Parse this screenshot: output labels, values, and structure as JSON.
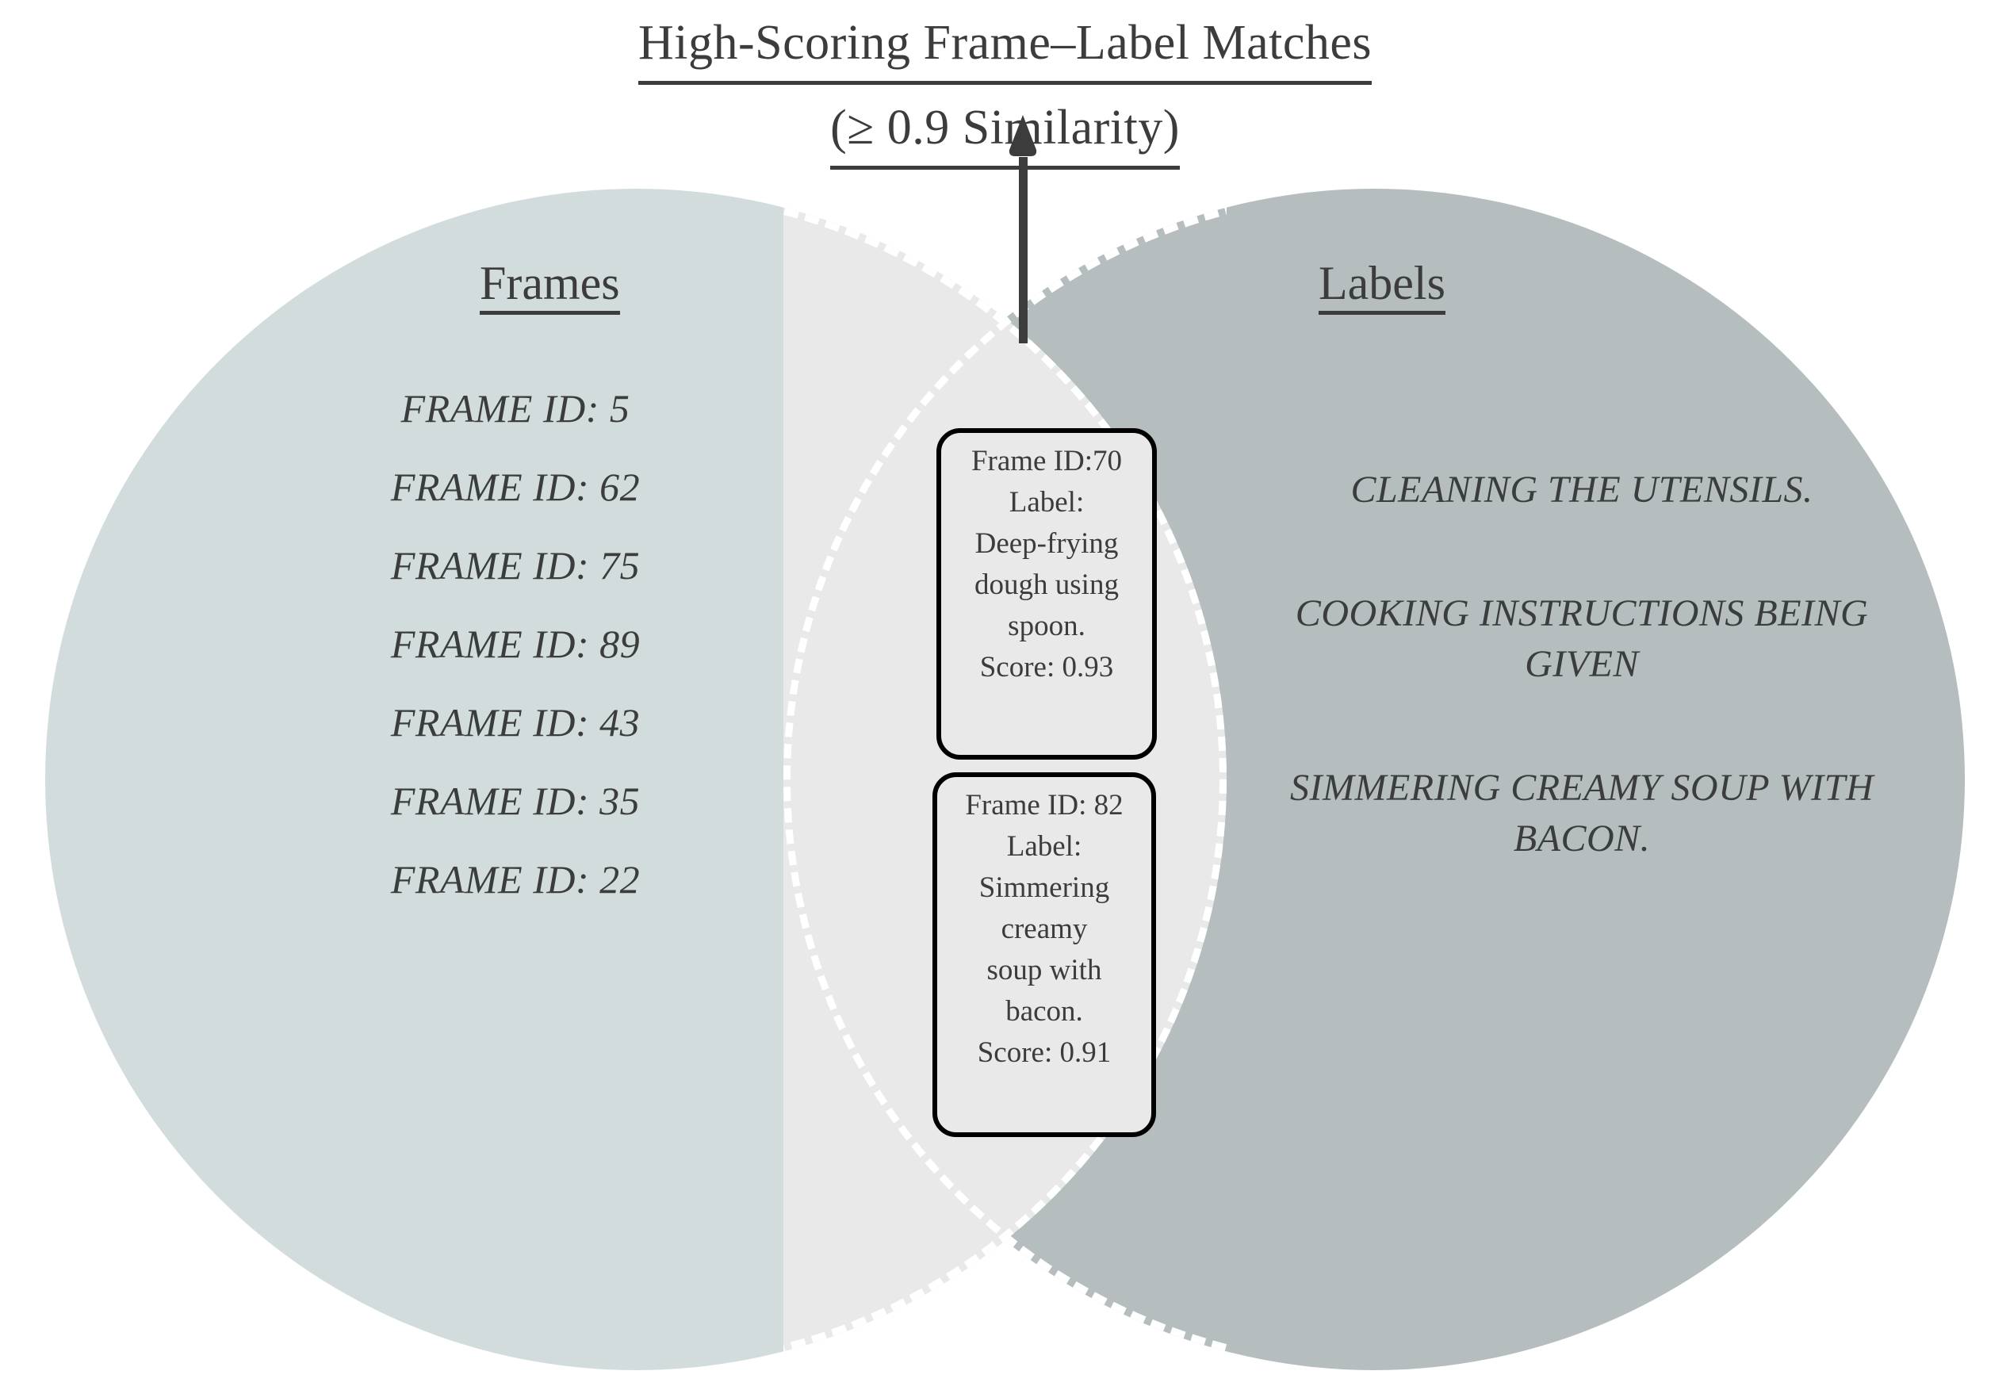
{
  "title": {
    "line1": "High-Scoring Frame–Label Matches",
    "line2": "(≥ 0.9 Similarity)"
  },
  "venn": {
    "left_circle": {
      "heading": "Frames",
      "fill_color": "#d3dcdc",
      "items": [
        "FRAME ID: 5",
        "FRAME ID: 62",
        "FRAME ID: 75",
        "FRAME ID: 89",
        "FRAME ID: 43",
        "FRAME ID: 35",
        "FRAME ID: 22"
      ]
    },
    "right_circle": {
      "heading": "Labels",
      "fill_color": "#b5bdbe",
      "items": [
        "CLEANING THE UTENSILS.",
        "COOKING INSTRUCTIONS BEING GIVEN",
        "SIMMERING CREAMY SOUP WITH BACON."
      ]
    },
    "intersection": {
      "fill_color": "#e9e9e9",
      "outline_color": "#ffffff",
      "outline_style": "dashed",
      "matches": [
        {
          "lines": [
            "Frame ID:70",
            "Label:",
            "Deep-frying",
            "dough using",
            "spoon.",
            "Score: 0.93"
          ],
          "frame_id": "70",
          "label": "Deep-frying dough using spoon.",
          "score": "0.93"
        },
        {
          "lines": [
            "Frame ID: 82",
            "Label:",
            "Simmering",
            "creamy",
            "soup with",
            "bacon.",
            "Score: 0.91"
          ],
          "frame_id": "82",
          "label": "Simmering creamy soup with bacon.",
          "score": "0.91"
        }
      ]
    }
  },
  "arrow": {
    "name": "up-arrow-pointing-to-title",
    "color": "#3c3c3c"
  },
  "text_color": "#3a3d3c"
}
